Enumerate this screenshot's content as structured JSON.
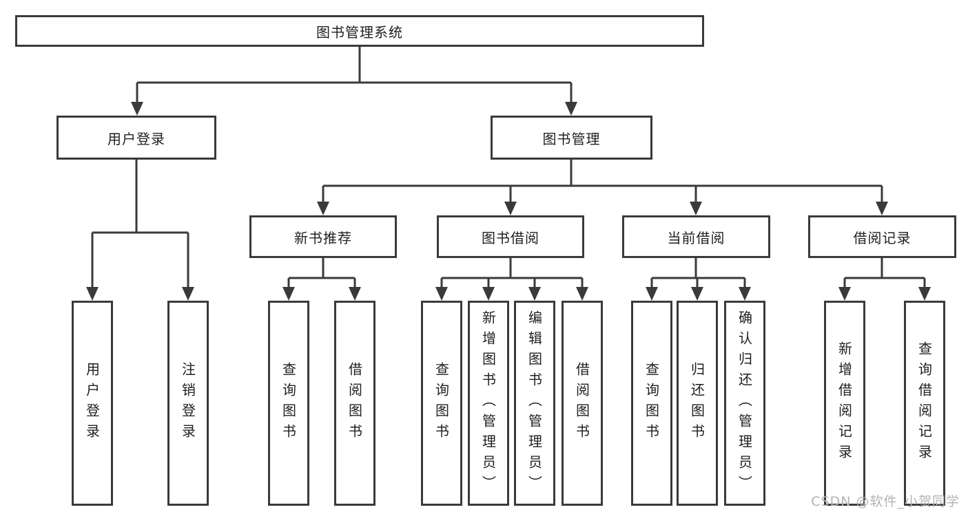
{
  "diagram": {
    "root": {
      "label": "图书管理系统"
    },
    "branches": [
      {
        "label": "用户登录",
        "children": [
          {
            "label": "用户登录"
          },
          {
            "label": "注销登录"
          }
        ]
      },
      {
        "label": "图书管理",
        "children": [
          {
            "label": "新书推荐",
            "children": [
              {
                "label": "查询图书"
              },
              {
                "label": "借阅图书"
              }
            ]
          },
          {
            "label": "图书借阅",
            "children": [
              {
                "label": "查询图书"
              },
              {
                "label": "新增图书（管理员）"
              },
              {
                "label": "编辑图书（管理员）"
              },
              {
                "label": "借阅图书"
              }
            ]
          },
          {
            "label": "当前借阅",
            "children": [
              {
                "label": "查询图书"
              },
              {
                "label": "归还图书"
              },
              {
                "label": "确认归还（管理员）"
              }
            ]
          },
          {
            "label": "借阅记录",
            "children": [
              {
                "label": "新增借阅记录"
              },
              {
                "label": "查询借阅记录"
              }
            ]
          }
        ]
      }
    ]
  },
  "watermark": {
    "text": "CSDN @软件_小贺同学"
  },
  "colors": {
    "line": "#3a3a3a",
    "text": "#1f1f1f",
    "watermark": "#b3b3b3",
    "background": "#ffffff"
  }
}
